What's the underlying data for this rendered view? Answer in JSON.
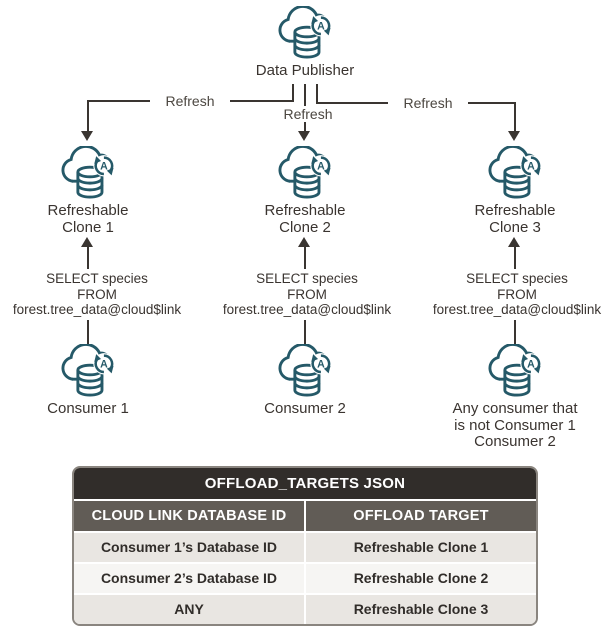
{
  "colors": {
    "icon_teal": "#255968",
    "line": "#3a3531",
    "diagram_text": "#3a3430",
    "refresh_text": "#4c4741",
    "table_title_bg": "#312d2a",
    "table_header_bg": "#615c56",
    "row_odd_bg": "#e9e6e2",
    "row_even_bg": "#f6f5f3",
    "table_text": "#312d2a"
  },
  "publisher": {
    "label": "Data Publisher",
    "icon": "autonomous-database-icon"
  },
  "refresh_labels": [
    "Refresh",
    "Refresh",
    "Refresh"
  ],
  "clones": [
    {
      "line1": "Refreshable",
      "line2": "Clone 1"
    },
    {
      "line1": "Refreshable",
      "line2": "Clone 2"
    },
    {
      "line1": "Refreshable",
      "line2": "Clone 3"
    }
  ],
  "query": {
    "line1": "SELECT species",
    "line2": "FROM",
    "line3": "forest.tree_data@cloud$link"
  },
  "consumers": [
    {
      "line1": "Consumer 1"
    },
    {
      "line1": "Consumer 2"
    },
    {
      "line1": "Any consumer that",
      "line2": "is not Consumer 1",
      "line3": "Consumer 2"
    }
  ],
  "table": {
    "title": "OFFLOAD_TARGETS JSON",
    "headers": [
      "CLOUD LINK DATABASE ID",
      "OFFLOAD TARGET"
    ],
    "rows": [
      [
        "Consumer 1’s Database ID",
        "Refreshable Clone 1"
      ],
      [
        "Consumer 2’s Database ID",
        "Refreshable Clone 2"
      ],
      [
        "ANY",
        "Refreshable Clone 3"
      ]
    ]
  }
}
